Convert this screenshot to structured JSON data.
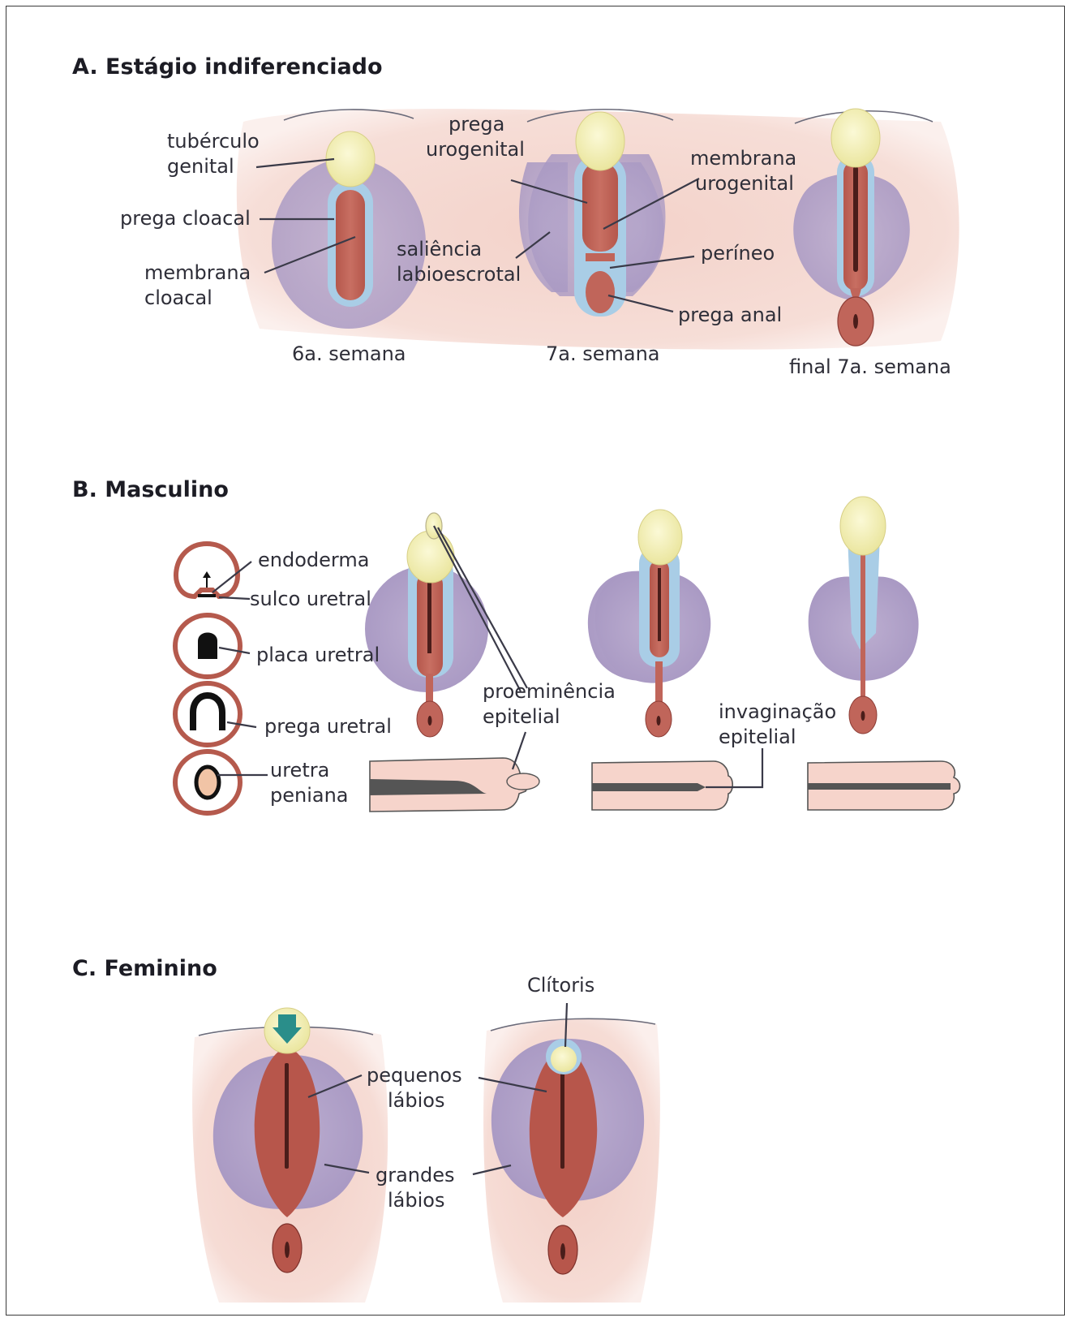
{
  "sections": {
    "a": {
      "title": "A. Estágio indiferenciado",
      "labels": {
        "tuberculo_1": "tubérculo",
        "tuberculo_2": "genital",
        "prega_cloacal": "prega cloacal",
        "membrana_cloacal_1": "membrana",
        "membrana_cloacal_2": "cloacal",
        "saliencia_1": "saliência",
        "saliencia_2": "labioescrotal",
        "prega_urogenital_1": "prega",
        "prega_urogenital_2": "urogenital",
        "membrana_urogenital_1": "membrana",
        "membrana_urogenital_2": "urogenital",
        "perineo": "períneo",
        "prega_anal": "prega anal"
      },
      "captions": [
        "6a. semana",
        "7a. semana",
        "final 7a. semana"
      ]
    },
    "b": {
      "title": "B. Masculino",
      "labels": {
        "endoderma": "endoderma",
        "sulco_uretral": "sulco uretral",
        "placa_uretral": "placa uretral",
        "prega_uretral": "prega uretral",
        "uretra_1": "uretra",
        "uretra_2": "peniana",
        "proeminencia_1": "proeminência",
        "proeminencia_2": "epitelial",
        "invaginacao_1": "invaginação",
        "invaginacao_2": "epitelial"
      }
    },
    "c": {
      "title": "C. Feminino",
      "labels": {
        "clitoris": "Clítoris",
        "pequenos_1": "pequenos",
        "pequenos_2": "lábios",
        "grandes_1": "grandes",
        "grandes_2": "lábios"
      }
    }
  },
  "colors": {
    "skin": "#f4d6cf",
    "swelling": "#b7a8cb",
    "fold": "#a9cde6",
    "groove": "#c0655a",
    "tubercle": "#f3f0b8",
    "dark": "#4a1d1a"
  }
}
